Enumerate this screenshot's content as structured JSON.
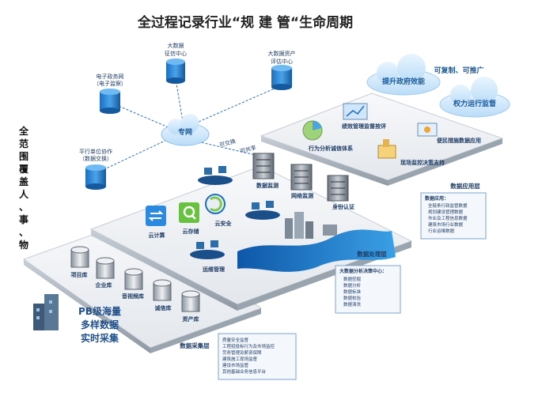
{
  "title": "全过程记录行业“规 建 管“生命周期",
  "side_label": [
    "全",
    "范",
    "围",
    "覆",
    "盖",
    "人",
    "、",
    "事",
    "、",
    "物"
  ],
  "network": {
    "center": "专网",
    "nodes": [
      {
        "lines": [
          "大数据",
          "征信中心"
        ]
      },
      {
        "lines": [
          "大数据资产",
          "评估中心"
        ]
      },
      {
        "lines": [
          "电子政务网",
          "（电子监察）"
        ]
      },
      {
        "lines": [
          "平行单位协作",
          "（数据交换）"
        ]
      }
    ],
    "link_labels": [
      "可交换",
      "可共享"
    ]
  },
  "clouds": {
    "left": "提升政府效能",
    "right": "权力运行监督",
    "tag": "可复制、可推广"
  },
  "app_layer": {
    "name": "数据应用层",
    "items": [
      "绩效管理监督按评",
      "行为分析诚信体系",
      "便民措施数据应用",
      "现场监控决策支持"
    ],
    "box_title": "数据应用：",
    "box_items": [
      "全链条行政监管数据",
      "规划建设管理数据",
      "作业及工程信息数据",
      "建筑市场行业数据",
      "行业运维数据"
    ]
  },
  "process_layer": {
    "name": "数据处理层",
    "items": [
      "数据监测",
      "网络监测",
      "身份认证",
      "云计算",
      "云存储",
      "云安全",
      "运维管理"
    ],
    "box_title": "大数据分析决策中心：",
    "box_items": [
      "数据挖掘",
      "数据分析",
      "数据标准",
      "数据校验",
      "数据清洗"
    ]
  },
  "collect_layer": {
    "name": "数据采集层",
    "items": [
      "项目库",
      "企业库",
      "音视频库",
      "诚信库",
      "资产库"
    ],
    "pb_text": [
      "PB级海量",
      "多样数据",
      "实时采集"
    ],
    "box_items": [
      "质量安全监督",
      "工程招投标行为及市场监控",
      "劳务管理及薪资保障",
      "建筑施工现场监督",
      "建设市场监管",
      "其他基础业务信息平台"
    ]
  },
  "colors": {
    "accent": "#1f6fbf",
    "platform_top": "#eef1f4",
    "platform_edge": "#a9b2bd"
  }
}
